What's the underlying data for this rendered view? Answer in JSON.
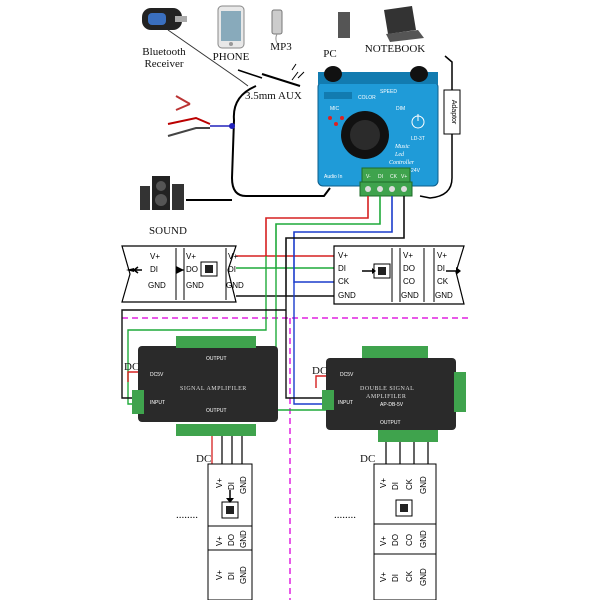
{
  "devices": {
    "bluetooth": "Bluetooth\nReceiver",
    "phone": "PHONE",
    "mp3": "MP3",
    "pc": "PC",
    "notebook": "NOTEBOOK",
    "aux": "3.5mm AUX",
    "sound": "SOUND",
    "adaptor": "Adaptor"
  },
  "controller": {
    "line1": "Music",
    "line2": "Led",
    "line3": "Controller",
    "model": "LD-3T",
    "mic": "MIC",
    "color": "COLOR",
    "dim": "DIM",
    "speed": "SPEED",
    "voltage": "DC 5-24V",
    "audio_in": "Audio In",
    "pins": [
      "V-",
      "DI",
      "CK",
      "V+"
    ]
  },
  "strip_left": {
    "left_pins": [
      "V+",
      "DI",
      "GND"
    ],
    "right_pins": [
      "V+",
      "DO",
      "GND"
    ],
    "out_pins": [
      "V+",
      "DI",
      "GND"
    ]
  },
  "strip_right": {
    "left_pins": [
      "V+",
      "DI",
      "CK",
      "GND"
    ],
    "right_pins": [
      "V+",
      "DO",
      "CO",
      "GND"
    ],
    "out_pins": [
      "V+",
      "DI",
      "CK",
      "GND"
    ]
  },
  "amp_left": {
    "title": "SIGNAL AMPLIFILER",
    "input": "INPUT",
    "output_top": "OUTPUT",
    "output_bottom": "OUTPUT",
    "dc_label": "DC",
    "dc_side": "DC5V"
  },
  "amp_right": {
    "title": "DOUBLE SIGNAL",
    "title2": "AMPLIFILER",
    "model": "AP-DB-5V",
    "input": "INPUT",
    "output": "OUTPUT",
    "dc_label": "DC",
    "dc_side": "DC5V"
  },
  "strip_bottom_left": {
    "dc_label": "DC",
    "top_pins": [
      "V+",
      "DI",
      "GND"
    ],
    "mid_pins": [
      "V+",
      "DO",
      "GND"
    ],
    "bot_pins": [
      "V+",
      "DI",
      "GND"
    ],
    "dots": "........"
  },
  "strip_bottom_right": {
    "dc_label": "DC",
    "top_pins": [
      "V+",
      "DI",
      "CK",
      "GND"
    ],
    "mid_pins": [
      "V+",
      "DO",
      "CO",
      "GND"
    ],
    "bot_pins": [
      "V+",
      "DI",
      "CK",
      "GND"
    ],
    "dots": "........"
  },
  "colors": {
    "controller_body": "#1f9bd8",
    "amp_body": "#2a2a2a",
    "terminal_green": "#3fa34d",
    "wire_red": "#d62020",
    "wire_green": "#1faa3a",
    "wire_blue": "#1a3ccc",
    "wire_black": "#111111",
    "divider_magenta": "#e020e0",
    "strip_fill": "#ffffff"
  }
}
